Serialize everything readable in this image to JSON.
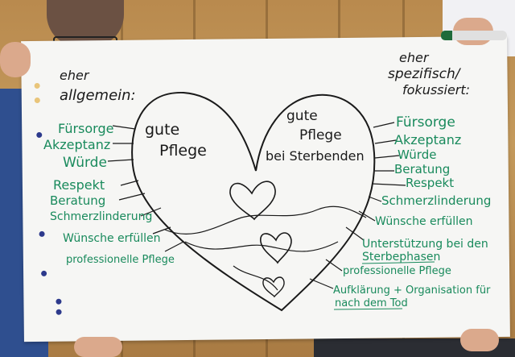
{
  "headers": {
    "left": [
      "eher",
      "allgemein:"
    ],
    "right": [
      "eher",
      "spezifisch/",
      "fokussiert:"
    ]
  },
  "heart": {
    "left_title": [
      "gute",
      "Pflege"
    ],
    "right_title": [
      "gute",
      "Pflege",
      "bei Sterbenden"
    ]
  },
  "left_items": [
    "Fürsorge",
    "Akzeptanz",
    "Würde",
    "Respekt",
    "Beratung",
    "Schmerzlinderung",
    "Wünsche erfüllen",
    "professionelle Pflege"
  ],
  "right_items": [
    "Fürsorge",
    "Akzeptanz",
    "Würde",
    "Beratung",
    "Respekt",
    "Schmerzlinderung",
    "Wünsche erfüllen",
    "Unterstützung bei den",
    "Sterbephasen",
    "professionelle Pflege",
    "Aufklärung + Organisation für",
    "nach dem Tod"
  ],
  "colors": {
    "ink_black": "#1a1a1a",
    "ink_green": "#198a5c",
    "paper": "#f6f6f4",
    "wood": "#c49a5c",
    "shirt_blue": "#2f4f8f"
  }
}
